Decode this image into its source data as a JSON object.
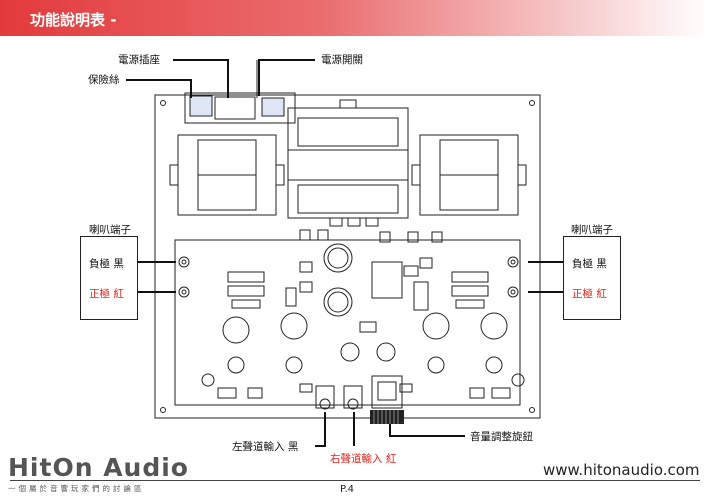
{
  "header": {
    "title": "功能說明表 -"
  },
  "labels": {
    "power_socket": "電源插座",
    "power_switch": "電源開關",
    "fuse": "保險絲",
    "speaker_terminal_left": "喇叭端子",
    "speaker_terminal_right": "喇叭端子",
    "negative_left": "負極 黑",
    "positive_left": "正極 紅",
    "negative_right": "負極 黑",
    "positive_right": "正極 紅",
    "left_input": "左聲道輸入 黑",
    "right_input": "右聲道輸入 紅",
    "volume_knob": "音量調整旋鈕"
  },
  "colors": {
    "header_red": "#e23a3c",
    "label_red": "#e2231a"
  },
  "footer": {
    "brand": "HitOn Audio",
    "slogan": "一個屬於音響玩家們的討論區",
    "website": "www.hitonaudio.com",
    "page": "P.4"
  }
}
